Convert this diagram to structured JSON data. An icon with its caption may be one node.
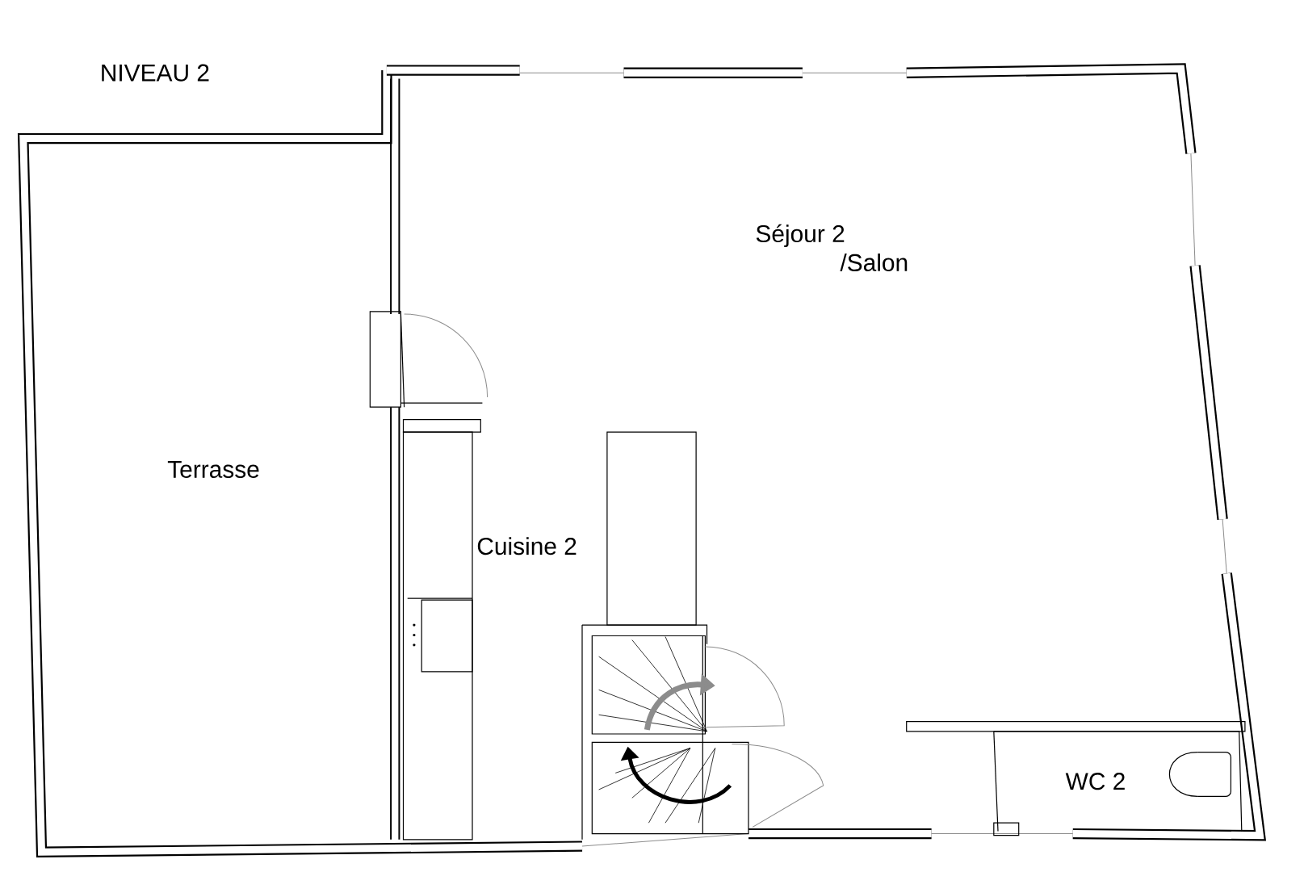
{
  "diagram": {
    "title": "NIVEAU 2",
    "labels": [
      "Séjour 2 /Salon",
      "Terrasse",
      "Cuisine 2",
      "WC 2"
    ]
  }
}
